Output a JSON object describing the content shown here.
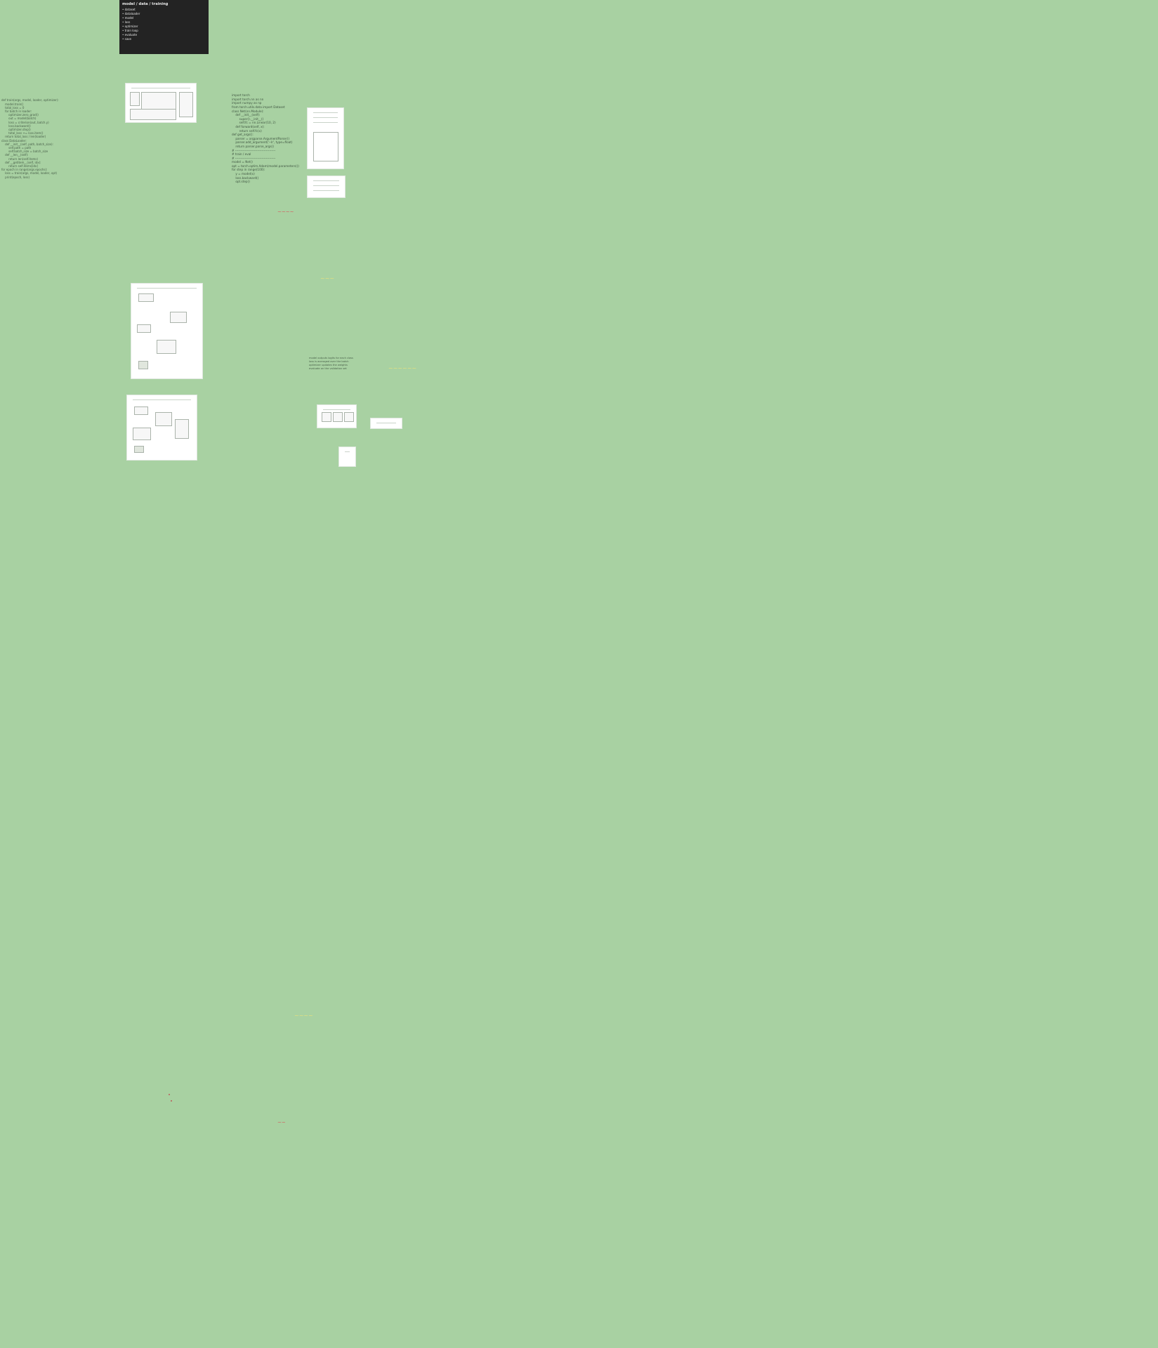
{
  "ui": {
    "background": "#a8d1a2",
    "ink_color": "#49604a",
    "annotation_yellow": "#e7e07e",
    "annotation_red": "#d26262"
  },
  "left_column": {
    "lines": [
      "def train(args, model, loader, optimizer):",
      "    model.train()",
      "    total_loss = 0",
      "    for batch in loader:",
      "        optimizer.zero_grad()",
      "        out = model(batch)",
      "        loss = criterion(out, batch.y)",
      "        loss.backward()",
      "        optimizer.step()",
      "        total_loss += loss.item()",
      "    return total_loss / len(loader)",
      "",
      "class DataLoader:",
      "    def __init__(self, path, batch_size):",
      "        self.path = path",
      "        self.batch_size = batch_size",
      "",
      "    def __len__(self):",
      "        return len(self.items)",
      "",
      "    def __getitem__(self, idx):",
      "        return self.items[idx]",
      "",
      "for epoch in range(args.epochs):",
      "    loss = train(args, model, loader, opt)",
      "    print(epoch, loss)"
    ]
  },
  "center_column": {
    "lines": [
      "import torch",
      "import torch.nn as nn",
      "import numpy as np",
      "from torch.utils.data import Dataset",
      "",
      "class Net(nn.Module):",
      "    def __init__(self):",
      "        super().__init__()",
      "        self.fc = nn.Linear(10, 2)",
      "",
      "    def forward(self, x):",
      "        return self.fc(x)",
      "",
      "def get_args():",
      "    parser = argparse.ArgumentParser()",
      "    parser.add_argument('--lr', type=float)",
      "    return parser.parse_args()",
      "",
      "# --------------------------------------",
      "# train / eval",
      "# --------------------------------------",
      "model = Net()",
      "opt = torch.optim.Adam(model.parameters())",
      "for step in range(100):",
      "    y = model(x)",
      "    loss.backward()",
      "    opt.step()"
    ]
  },
  "right_notes": {
    "lines": [
      "model outputs logits for each class",
      "loss is averaged over the batch",
      "optimizer updates the weights",
      "evaluate on the validation set"
    ]
  },
  "lecture_slide": {
    "title": "model / data / training",
    "lines": [
      "• dataset",
      "• dataloader",
      "• model",
      "• loss",
      "• optimizer",
      "• train loop",
      "• evaluate",
      "• save"
    ]
  },
  "panels": [
    {
      "name": "diagram-top",
      "label": ""
    },
    {
      "name": "diagram-flow-1",
      "label": ""
    },
    {
      "name": "diagram-flow-2",
      "label": ""
    },
    {
      "name": "chart-thumb",
      "label": ""
    },
    {
      "name": "table-thumb",
      "label": ""
    },
    {
      "name": "mini-diagram-1",
      "label": ""
    },
    {
      "name": "mini-diagram-2",
      "label": ""
    },
    {
      "name": "mini-diagram-3",
      "label": ""
    }
  ]
}
